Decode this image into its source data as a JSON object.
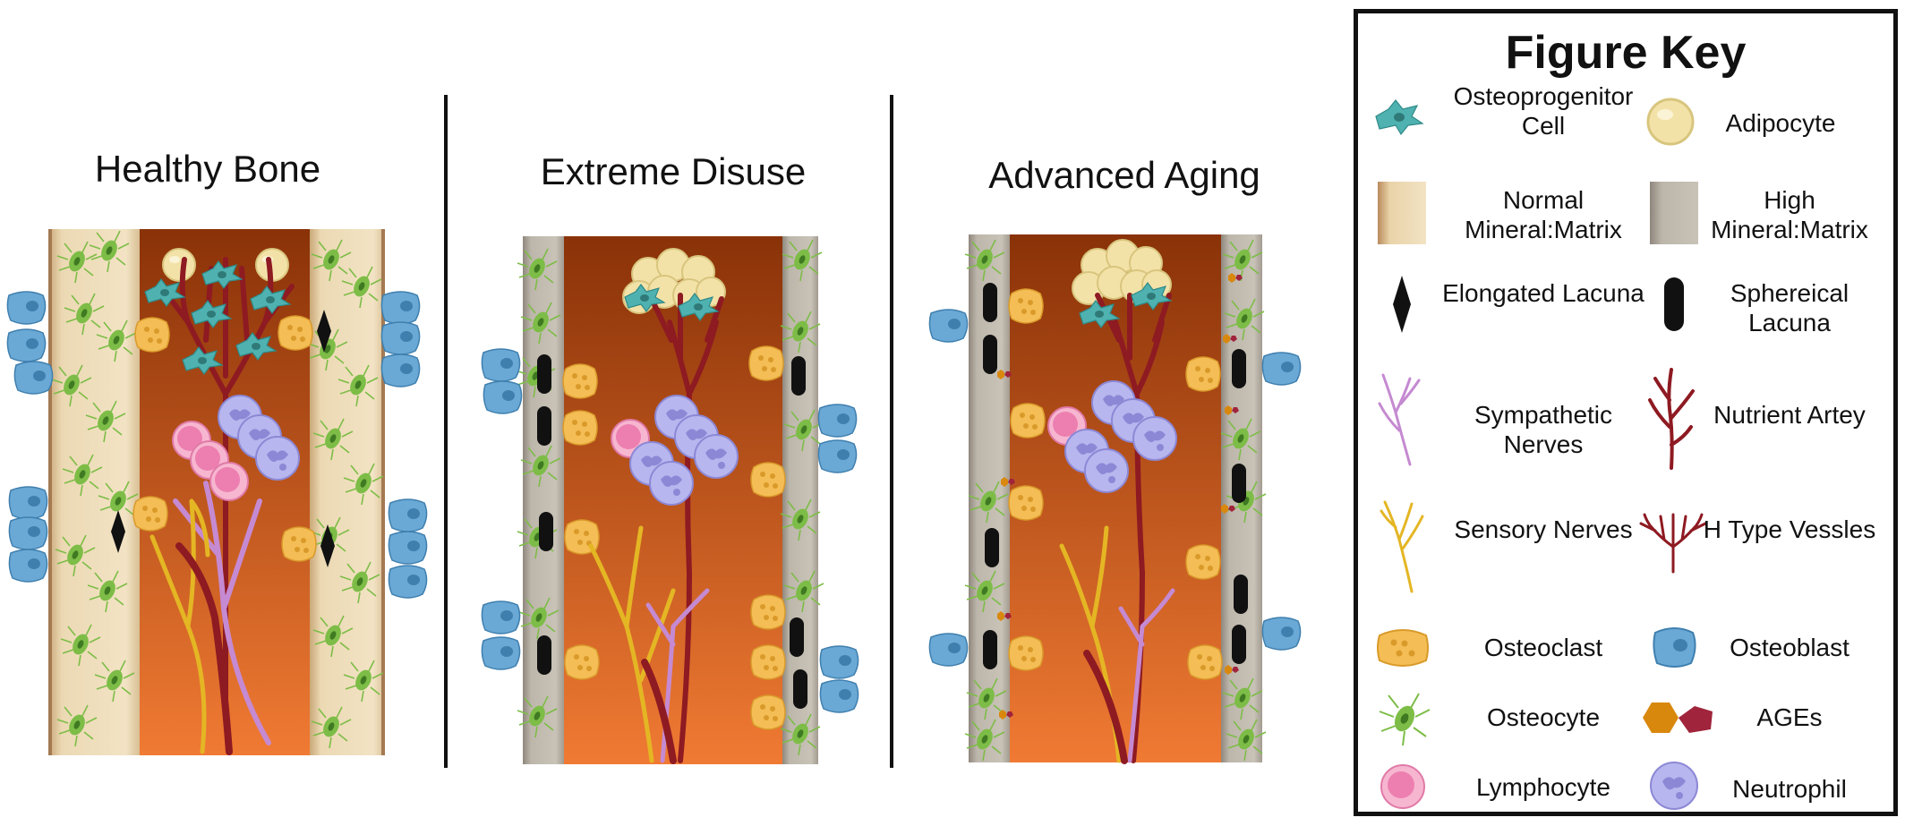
{
  "panels": [
    {
      "title": "Healthy Bone"
    },
    {
      "title": "Extreme Disuse"
    },
    {
      "title": "Advanced Aging"
    }
  ],
  "key": {
    "title": "Figure Key",
    "items": [
      {
        "label": "Osteoprogenitor Cell",
        "icon": "osteoprogenitor-cell-icon"
      },
      {
        "label": "Adipocyte",
        "icon": "adipocyte-icon"
      },
      {
        "label": "Normal Mineral:Matrix",
        "icon": "normal-mineral-matrix-icon"
      },
      {
        "label": "High Mineral:Matrix",
        "icon": "high-mineral-matrix-icon"
      },
      {
        "label": "Elongated Lacuna",
        "icon": "elongated-lacuna-icon"
      },
      {
        "label": "Sphereical Lacuna",
        "icon": "spherical-lacuna-icon"
      },
      {
        "label": "Sympathetic Nerves",
        "icon": "sympathetic-nerves-icon"
      },
      {
        "label": "Nutrient Artey",
        "icon": "nutrient-artery-icon"
      },
      {
        "label": "Sensory Nerves",
        "icon": "sensory-nerves-icon"
      },
      {
        "label": "H Type Vessles",
        "icon": "h-type-vessels-icon"
      },
      {
        "label": "Osteoclast",
        "icon": "osteoclast-icon"
      },
      {
        "label": "Osteoblast",
        "icon": "osteoblast-icon"
      },
      {
        "label": "Osteocyte",
        "icon": "osteocyte-icon"
      },
      {
        "label": "AGEs",
        "icon": "ages-icon"
      },
      {
        "label": "Lymphocyte",
        "icon": "lymphocyte-icon"
      },
      {
        "label": "Neutrophil",
        "icon": "neutrophil-icon"
      }
    ]
  },
  "colors": {
    "marrow_top": "#8a3208",
    "marrow_bottom": "#f07a33",
    "normal_matrix": "#ecd9b4",
    "high_matrix": "#bdb6ab",
    "artery": "#8e1a22",
    "sympathetic": "#c58ad1",
    "sensory": "#e4b624",
    "osteoclast": "#f4bd55",
    "osteoblast": "#6aa9d6",
    "osteocyte": "#7dbd47",
    "osteoprogenitor": "#4fb2b0",
    "lymphocyte": "#f09ac0",
    "neutrophil": "#a9a6e6",
    "adipocyte": "#f3e2a8",
    "ages_orange": "#d9880e",
    "ages_red": "#a0243b",
    "lacuna": "#111111"
  }
}
